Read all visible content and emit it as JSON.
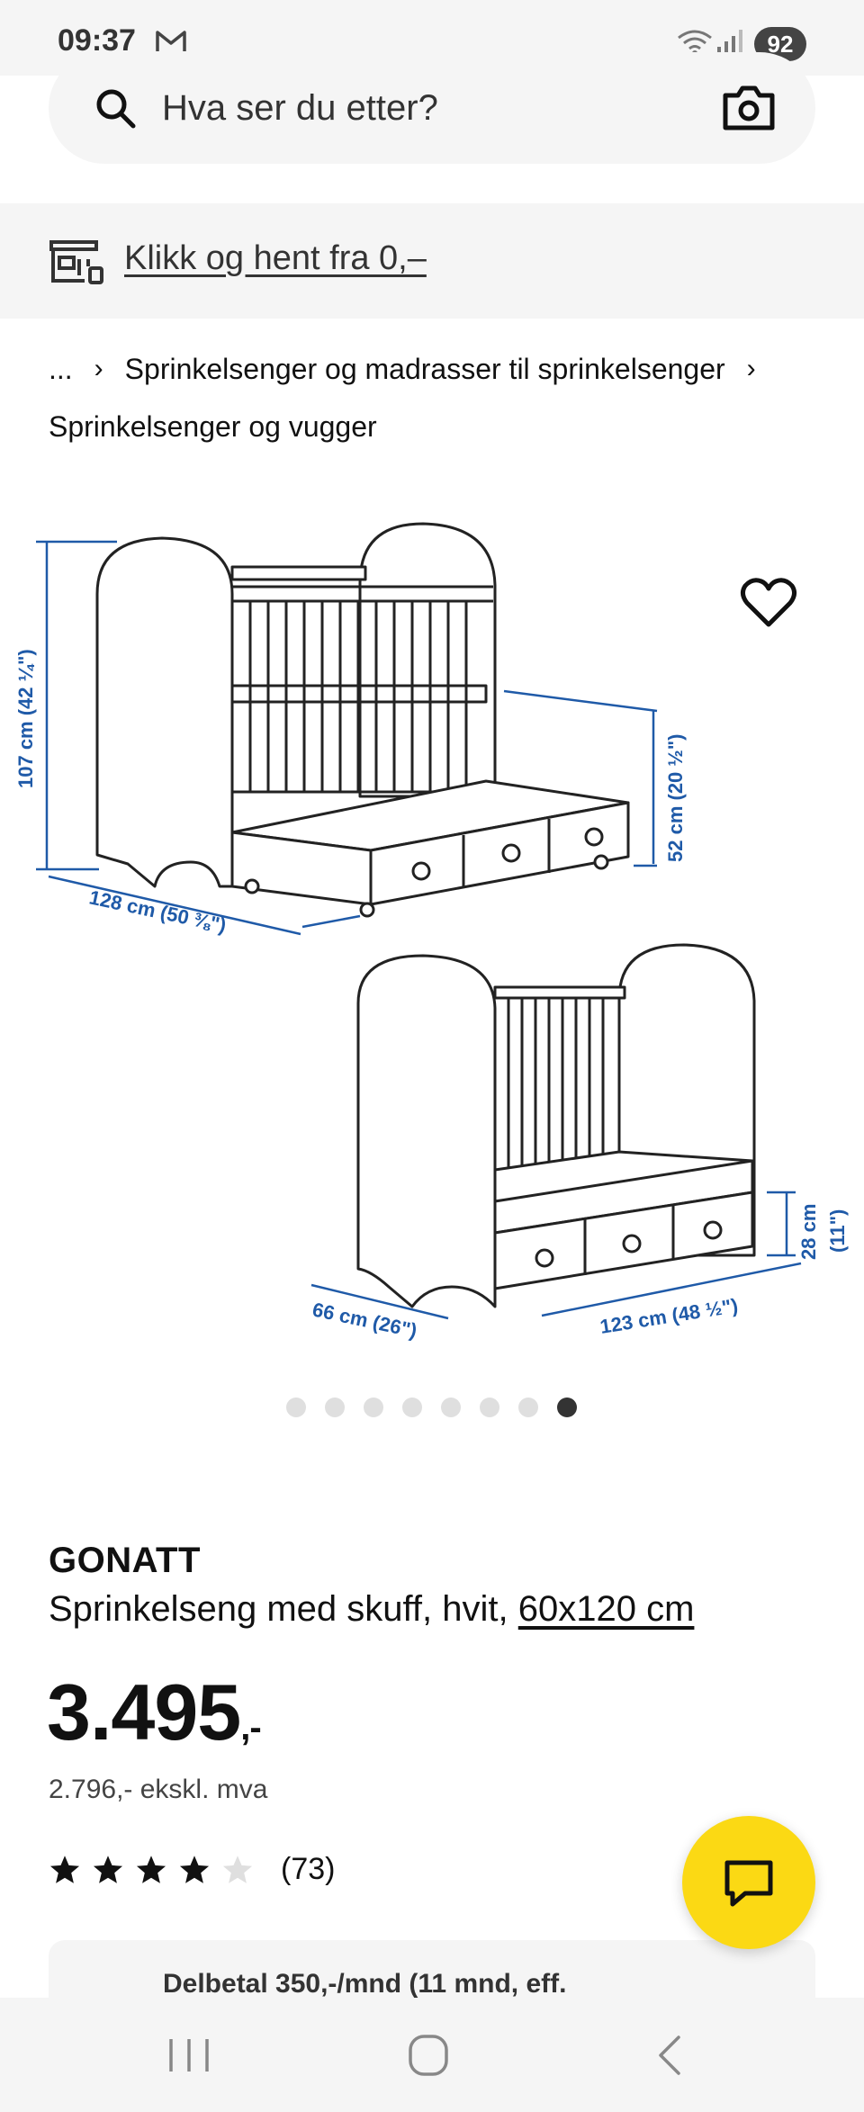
{
  "status_bar": {
    "time": "09:37",
    "battery": "92"
  },
  "search": {
    "placeholder": "Hva ser du etter?"
  },
  "store_banner": {
    "label": "Klikk og hent fra 0,–"
  },
  "breadcrumb": {
    "ellipsis": "...",
    "items": [
      "Sprinkelsenger og madrasser til sprinkelsenger",
      "Sprinkelsenger og vugger"
    ]
  },
  "gallery": {
    "dimensions": {
      "height_total": "107 cm (42 ¼\")",
      "length": "128 cm (50 ⅜\")",
      "drawer_height": "52 cm (20 ½\")",
      "width": "66 cm (26\")",
      "inner_length": "123 cm (48 ½\")",
      "base_height": "28 cm",
      "base_height_in": "(11\")"
    },
    "image_count": 8,
    "active_index": 7
  },
  "product": {
    "brand": "GONATT",
    "description": "Sprinkelseng med skuff, hvit, ",
    "size": "60x120 cm",
    "price": "3.495",
    "price_suffix": ",-",
    "price_ex_vat": "2.796,- ekskl. mva",
    "rating": 4,
    "rating_max": 5,
    "review_count": "(73)"
  },
  "finance": {
    "text": "Delbetal 350,-/mnd (11 mnd, eff."
  },
  "colors": {
    "accent_yellow": "#fbd914",
    "dimension_blue": "#1f5aa8",
    "panel_gray": "#f5f5f5"
  }
}
